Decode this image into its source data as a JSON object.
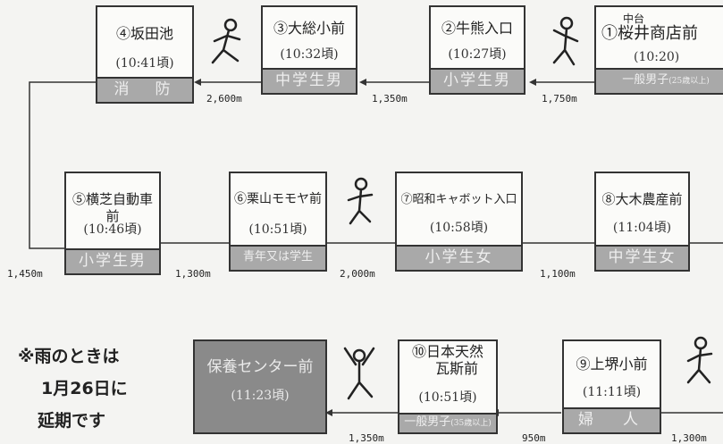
{
  "stations": [
    {
      "id": "s1",
      "num": "①",
      "name": "桜井商店前",
      "super": "中台",
      "time": "(10:20)",
      "category": "一般男子",
      "category_sub": "(25歳以上)"
    },
    {
      "id": "s2",
      "num": "②",
      "name": "牛熊入口",
      "time": "(10:27頃)",
      "category": "小学生男"
    },
    {
      "id": "s3",
      "num": "③",
      "name": "大総小前",
      "time": "(10:32頃)",
      "category": "中学生男"
    },
    {
      "id": "s4",
      "num": "④",
      "name": "坂田池",
      "time": "(10:41頃)",
      "category": "消　防"
    },
    {
      "id": "s5",
      "num": "⑤",
      "name": "横芝自動車前",
      "time": "(10:46頃)",
      "category": "小学生男"
    },
    {
      "id": "s6",
      "num": "⑥",
      "name": "栗山モモヤ前",
      "time": "(10:51頃)",
      "category": "青年又は学生"
    },
    {
      "id": "s7",
      "num": "⑦",
      "name": "昭和キャボット入口",
      "time": "(10:58頃)",
      "category": "小学生女"
    },
    {
      "id": "s8",
      "num": "⑧",
      "name": "大木農産前",
      "time": "(11:04頃)",
      "category": "中学生女"
    },
    {
      "id": "s9",
      "num": "⑨",
      "name": "上堺小前",
      "time": "(11:11頃)",
      "category": "婦　人"
    },
    {
      "id": "s10",
      "num": "⑩",
      "name": "日本天然",
      "name2": "瓦斯前",
      "time": "(10:51頃)",
      "category": "一般男子",
      "category_sub": "(35歳以上)"
    }
  ],
  "goal": {
    "name": "保養センター前",
    "time": "(11:23頃)"
  },
  "distances": {
    "d1": "1,750m",
    "d2": "1,350m",
    "d3": "2,600m",
    "d4": "1,450m",
    "d5": "1,300m",
    "d6": "2,000m",
    "d7": "1,100m",
    "d8": "1,300m",
    "d9": "950m",
    "d10": "1,350m"
  },
  "note": {
    "line1": "※雨のときは",
    "line2": "1月26日に",
    "line3": "延期です"
  }
}
